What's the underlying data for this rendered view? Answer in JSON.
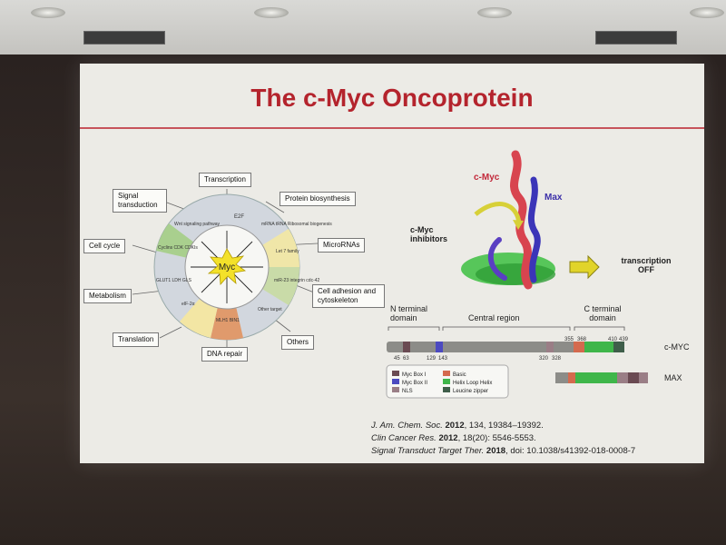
{
  "slide": {
    "title": "The c-Myc Oncoprotein",
    "wheel": {
      "center": "Myc",
      "outer_labels": [
        "Transcription",
        "Protein biosynthesis",
        "MicroRNAs",
        "Cell adhesion and cytoskeleton",
        "Others",
        "DNA repair",
        "Translation",
        "Metabolism",
        "Cell cycle",
        "Signal transduction"
      ],
      "segments": [
        "E2F",
        "mRNA tRNA Ribosomal biogenesis",
        "Let 7 family",
        "miR-23 integrin cdc-42",
        "Other target",
        "MLH1 BIN1",
        "eIF-2α",
        "GLUT1 LDH GLS",
        "Cyclins CDK CDKIs",
        "Wnt signaling pathway"
      ]
    },
    "structure": {
      "label_cmyc": "c-Myc",
      "label_max": "Max",
      "label_inhibitors": "c-Myc inhibitors",
      "label_off": "transcription OFF"
    },
    "domains": {
      "n_terminal": "N terminal domain",
      "central": "Central region",
      "c_terminal": "C terminal domain",
      "positions": [
        "45",
        "63",
        "129",
        "143",
        "320",
        "328",
        "355",
        "368",
        "410",
        "439"
      ],
      "row_cmyc": "c-MYC",
      "row_max": "MAX"
    },
    "legend": [
      "Myc Box I",
      "Myc Box II",
      "NLS",
      "Basic",
      "Helix Loop Helix",
      "Leucine zipper"
    ],
    "references": [
      {
        "journal": "J. Am. Chem. Soc.",
        "year": "2012",
        "rest": ", 134, 19384–19392."
      },
      {
        "journal": "Clin Cancer Res.",
        "year": "2012",
        "rest": ", 18(20): 5546-5553."
      },
      {
        "journal": "Signal Transduct Target Ther.",
        "year": "2018",
        "rest": ", doi: 10.1038/s41392-018-0008-7"
      }
    ]
  }
}
